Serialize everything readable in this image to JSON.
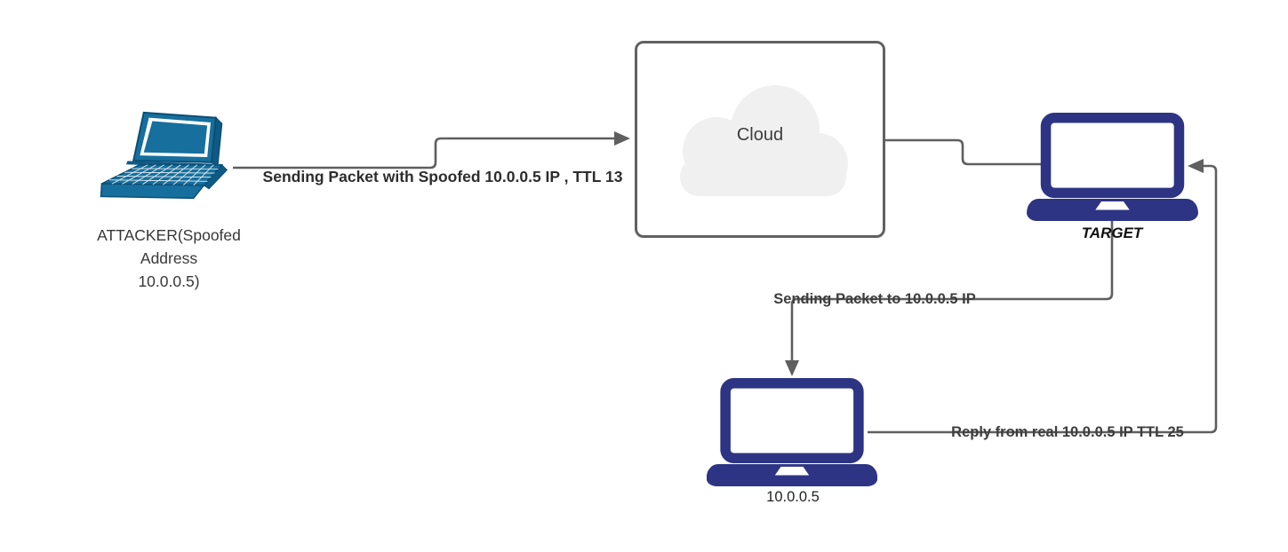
{
  "diagram_title": "IP spoofing attack network diagram",
  "nodes": {
    "attacker": {
      "label": "ATTACKER(Spoofed\nAddress\n10.0.0.5)",
      "icon": "laptop-3d-icon"
    },
    "cloud": {
      "label": "Cloud",
      "icon": "cloud-icon"
    },
    "target": {
      "label": "TARGET",
      "icon": "laptop-front-icon"
    },
    "real_host": {
      "label": "10.0.0.5",
      "icon": "laptop-front-icon"
    }
  },
  "edges": [
    {
      "id": "attacker-to-cloud",
      "from": "attacker",
      "to": "cloud",
      "arrow": "end",
      "label": "Sending Packet with Spoofed 10.0.0.5 IP , TTL 13"
    },
    {
      "id": "cloud-to-target",
      "from": "cloud",
      "to": "target",
      "arrow": "none",
      "label": ""
    },
    {
      "id": "target-to-real-host",
      "from": "target",
      "to": "real_host",
      "arrow": "end",
      "label": "Sending Packet to 10.0.0.5 IP"
    },
    {
      "id": "real-host-to-target",
      "from": "real_host",
      "to": "target",
      "arrow": "end",
      "label": "Reply from real 10.0.0.5 IP TTL 25"
    }
  ],
  "colors": {
    "laptop_navy": "#2d3484",
    "laptop_teal": "#166f9d",
    "laptop_teal_dark": "#0f5a85",
    "laptop_teal_outline": "#0b4e74",
    "connector_gray": "#5f5f5f",
    "box_border_gray": "#616161",
    "cloud_fill": "#f0f0f0",
    "background": "#ffffff"
  }
}
